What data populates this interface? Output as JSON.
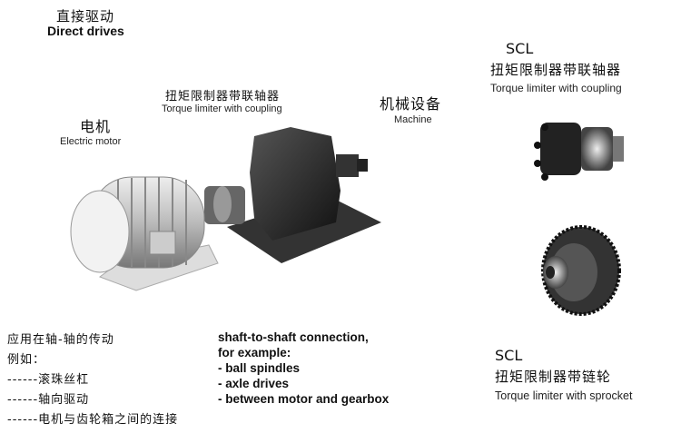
{
  "header": {
    "title_cn": "直接驱动",
    "title_en": "Direct drives"
  },
  "labels": {
    "motor_cn": "电机",
    "motor_en": "Electric motor",
    "coupling_cn": "扭矩限制器带联轴器",
    "coupling_en": "Torque limiter with coupling",
    "machine_cn": "机械设备",
    "machine_en": "Machine"
  },
  "products": [
    {
      "model": "SCL",
      "name_cn": "扭矩限制器带联轴器",
      "name_en": "Torque limiter with coupling"
    },
    {
      "model": "SCL",
      "name_cn": "扭矩限制器带链轮",
      "name_en": "Torque limiter with sprocket"
    }
  ],
  "applications_cn": {
    "intro": "应用在轴-轴的传动",
    "example": "例如：",
    "items": [
      "------滚珠丝杠",
      "------轴向驱动",
      "------电机与齿轮箱之间的连接"
    ]
  },
  "applications_en": {
    "intro": "shaft-to-shaft connection,",
    "example": "for example:",
    "items": [
      "-  ball spindles",
      "-  axle drives",
      "-  between motor and gearbox"
    ]
  }
}
